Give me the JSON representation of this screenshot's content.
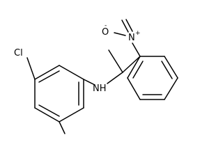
{
  "atoms": {
    "chlorine": "Cl",
    "amine": "NH",
    "nitro_nitrogen": "N",
    "nitro_nitrogen_charge": "+",
    "nitro_oxygen": "O",
    "nitro_oxygen_charge": "-"
  },
  "colors": {
    "bond": "#000000",
    "label": "#000000",
    "background": "#ffffff"
  }
}
